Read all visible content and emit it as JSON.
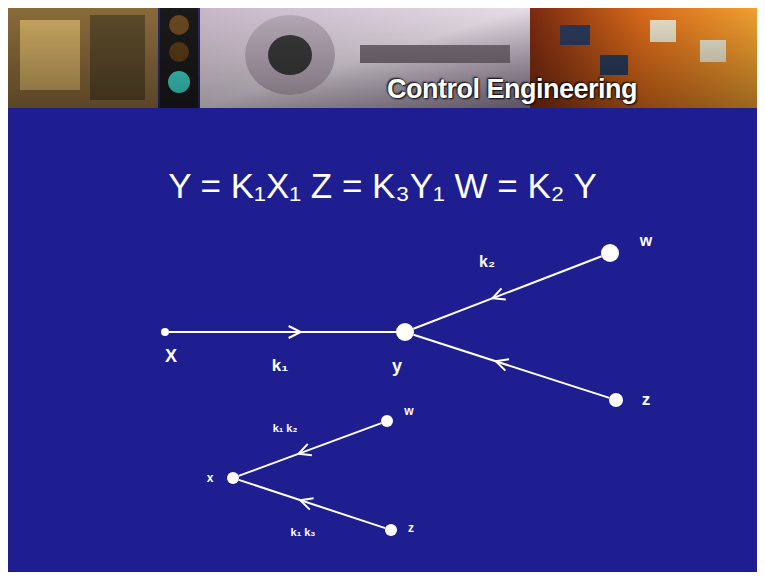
{
  "diagram": {
    "title": "Y = K₁X₁ Z = K₃Y₁ W = K₂ Y",
    "nodes": [
      {
        "text": [
          "X"
        ]
      },
      {
        "text": [
          "y"
        ]
      },
      {
        "text": [
          "w"
        ]
      },
      {
        "text": [
          "z"
        ]
      },
      {
        "text": [
          "x"
        ]
      },
      {
        "text": [
          "w"
        ]
      },
      {
        "text": [
          "z"
        ]
      }
    ],
    "edges": [
      {
        "from": 0,
        "to": 1,
        "label": "k₁",
        "arrow": "to"
      },
      {
        "from": 2,
        "to": 1,
        "label": "k₂",
        "arrow": "to"
      },
      {
        "from": 3,
        "to": 1,
        "arrow": "to"
      },
      {
        "from": 5,
        "to": 4,
        "label": "k₁ k₂",
        "arrow": "to"
      },
      {
        "from": 6,
        "to": 4,
        "label": "k₁ k₃",
        "arrow": "to"
      }
    ],
    "labels": [
      "Control Engineering"
    ]
  }
}
